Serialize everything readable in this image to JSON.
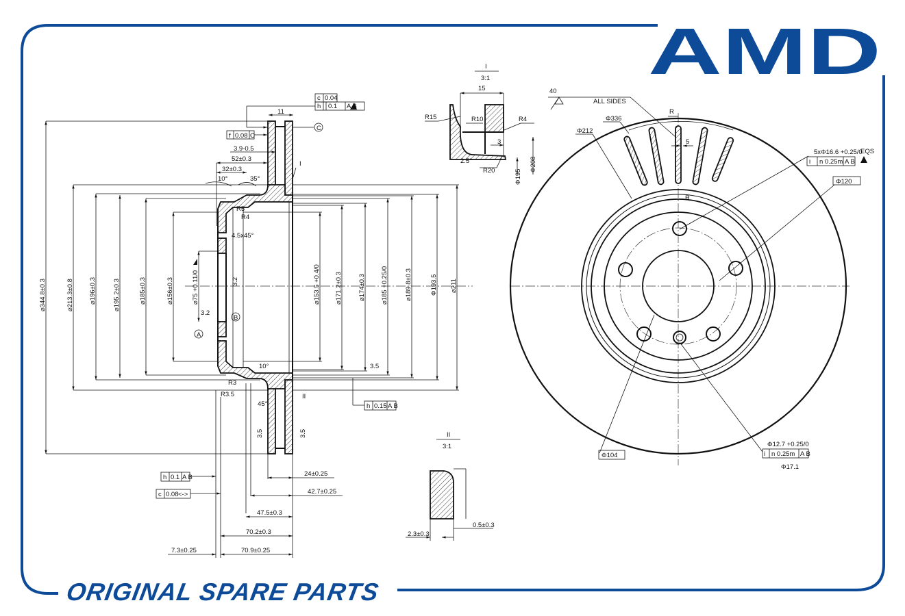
{
  "brand": {
    "logo": "AMD",
    "color": "#0d4a97"
  },
  "footer": {
    "text": "ORIGINAL SPARE PARTS"
  },
  "side_view": {
    "top": {
      "w11": "11",
      "tol_c": "c",
      "tol_c_val": "0.04",
      "tol_h": "h",
      "tol_h_val": "0.1",
      "tol_h_ref": "A B",
      "datum_c": "C",
      "f_box": "f",
      "f_val": "0.08",
      "f_ref": "C",
      "d39": "3.9-0.5",
      "d52": "52±0.3",
      "d32": "32±0.3",
      "a10": "10°",
      "a35": "35°",
      "detail_I": "I",
      "r5": "R5",
      "r4": "R4",
      "chamfer": "4.5x45°",
      "rough32": "3.2",
      "rough32b": "3.2",
      "datum_a": "A",
      "datum_b": "B"
    },
    "left_dims": [
      "⌀344.8±0.3",
      "⌀213.3±0.8",
      "⌀196±0.3",
      "⌀195.2±0.3",
      "⌀185±0.3",
      "⌀156±0.3",
      "⌀75 +0.11/0"
    ],
    "right_dims": [
      "⌀153.5 +0.4/0",
      "⌀171.2±0.3",
      "⌀174±0.3",
      "⌀185 +0.25/0",
      "⌀189.8±0.3",
      "Φ193.5",
      "⌀211"
    ],
    "lower": {
      "a10": "10°",
      "r3": "R3",
      "r35": "R3.5",
      "a45": "45°",
      "detail_II": "II",
      "rough35": "3.5",
      "rough35l": "3.5",
      "rough35r": "3.5",
      "tol_h": "h",
      "tol_h_val": "0.15",
      "tol_h_ref": "A B"
    },
    "bottom": {
      "tol1_sym": "h",
      "tol1_val": "0.1",
      "tol1_ref": "A B",
      "tol2_sym": "c",
      "tol2_val": "0.08",
      "tol2_ref": "<->",
      "d24": "24±0.25",
      "d427": "42.7±0.25",
      "d475": "47.5±0.3",
      "d702": "70.2±0.3",
      "d73": "7.3±0.25",
      "d709": "70.9±0.25"
    }
  },
  "detail_I": {
    "title": "I",
    "scale": "3:1",
    "w15": "15",
    "r15": "R15",
    "r10": "R10",
    "r4": "R4",
    "w3": "3",
    "angle": "2.5°",
    "r20": "R20",
    "d195": "Φ195",
    "d208": "Φ208"
  },
  "detail_II": {
    "title": "II",
    "scale": "3:1",
    "d23": "2.3±0.3",
    "d05": "0.5±0.3"
  },
  "front_view": {
    "rough40": "40",
    "all_sides": "ALL SIDES",
    "r": "R",
    "r2": "R",
    "d336": "Φ336",
    "d212": "Φ212",
    "w5": "5",
    "holes": "5xΦ16.6 +0.25/0",
    "holes_tol_sym": "i",
    "holes_tol_val": "n 0.25m",
    "holes_tol_ref": "A B",
    "eqs": "EQS",
    "d120": "Φ120",
    "d104": "Φ104",
    "pin": "Φ12.7 +0.25/0",
    "pin_tol_sym": "i",
    "pin_tol_val": "n 0.25m",
    "pin_tol_ref": "A B",
    "d171": "Φ17.1"
  }
}
